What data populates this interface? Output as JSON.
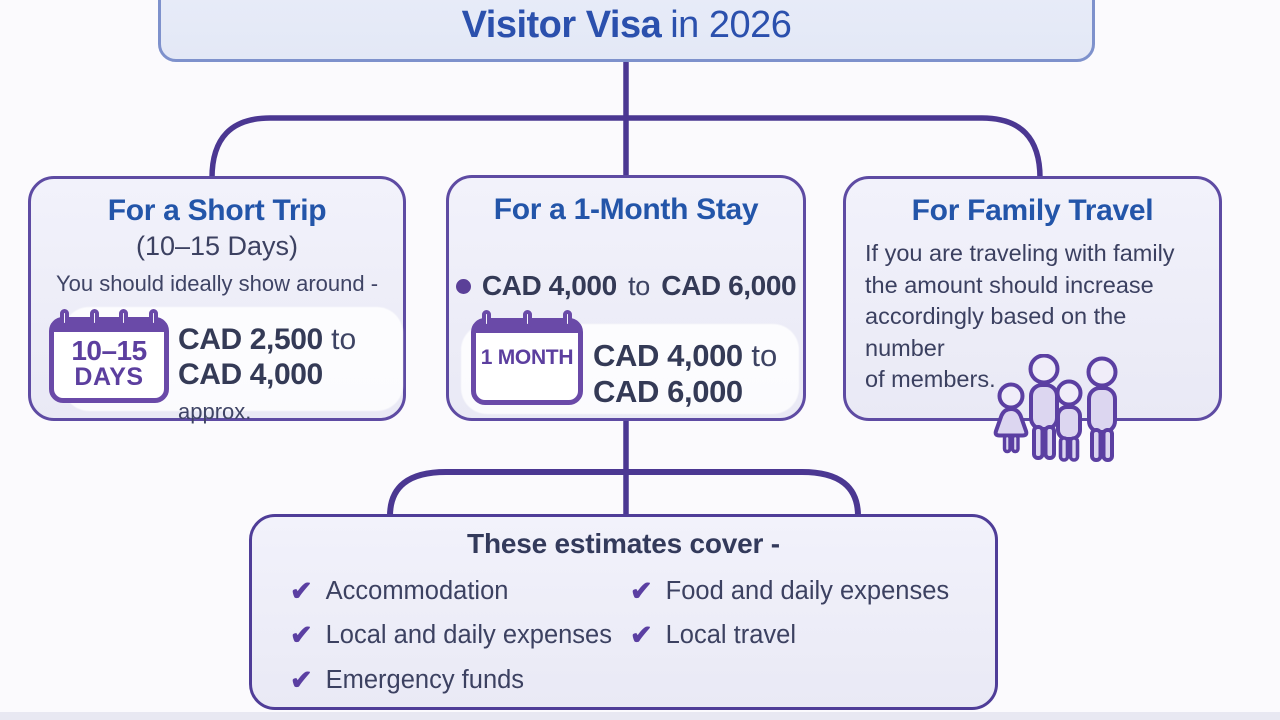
{
  "page": {
    "title_bold": "Visitor Visa",
    "title_rest": "in 2026"
  },
  "short_trip": {
    "title": "For a Short Trip",
    "subtitle": "(10–15 Days)",
    "lead": "You should ideally show around -",
    "calendar_line1": "10–15",
    "calendar_line2": "DAYS",
    "amount_from": "CAD 2,500",
    "to_word": "to",
    "amount_to": "CAD 4,000",
    "approx_word": "approx."
  },
  "month_stay": {
    "title": "For a 1-Month Stay",
    "bullet_from": "CAD 4,000",
    "bullet_to_word": "to",
    "bullet_to": "CAD 6,000",
    "calendar_label": "1 MONTH",
    "amount_from": "CAD 4,000",
    "to_word": "to",
    "amount_to": "CAD 6,000"
  },
  "family": {
    "title": "For Family Travel",
    "line1": "If you are traveling with family",
    "line2": "the amount should increase",
    "line3": "accordingly based on the number",
    "line4": "of members."
  },
  "estimates": {
    "title": "These estimates cover -",
    "check": "✔",
    "col1": [
      "Accommodation",
      "Local and daily expenses",
      "Emergency funds"
    ],
    "col2": [
      "Food and daily expenses",
      "Local travel"
    ]
  },
  "colors": {
    "header_blue": "#2355a9",
    "title_blue": "#2b50ad",
    "text_dark": "#343a56",
    "accent_purple": "#5c3f9f",
    "connector_purple": "#4b3792",
    "box_border_purple": "#5e4ba3",
    "title_box_border_blue": "#7e91cc",
    "box_fill": "#ececf7",
    "background": "#fbfafd"
  }
}
